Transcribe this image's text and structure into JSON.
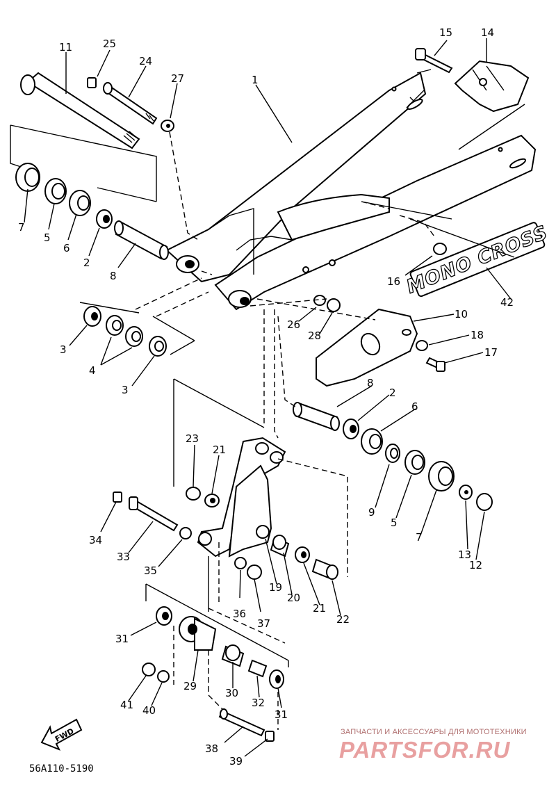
{
  "diagram_code": "56A110-5190",
  "fwd_label": "FWD",
  "decal_text": "MONO CROSS",
  "watermark": {
    "line1": "ЗАПЧАСТИ И АКСЕССУАРЫ ДЛЯ МОТОТЕХНИКИ",
    "line2": "PARTSFOR.RU"
  },
  "callouts": {
    "c1": "1",
    "c2a": "2",
    "c2b": "2",
    "c3a": "3",
    "c3b": "3",
    "c4": "4",
    "c5a": "5",
    "c5b": "5",
    "c6a": "6",
    "c6b": "6",
    "c7a": "7",
    "c7b": "7",
    "c8a": "8",
    "c8b": "8",
    "c9": "9",
    "c10": "10",
    "c11": "11",
    "c12": "12",
    "c13": "13",
    "c14": "14",
    "c15": "15",
    "c16": "16",
    "c17": "17",
    "c18": "18",
    "c19": "19",
    "c20": "20",
    "c21a": "21",
    "c21b": "21",
    "c22": "22",
    "c23": "23",
    "c24": "24",
    "c25": "25",
    "c26": "26",
    "c27": "27",
    "c28": "28",
    "c29": "29",
    "c30": "30",
    "c31a": "31",
    "c31b": "31",
    "c32": "32",
    "c33": "33",
    "c34": "34",
    "c35": "35",
    "c36": "36",
    "c37": "37",
    "c38": "38",
    "c39": "39",
    "c40": "40",
    "c41": "41",
    "c42": "42"
  }
}
